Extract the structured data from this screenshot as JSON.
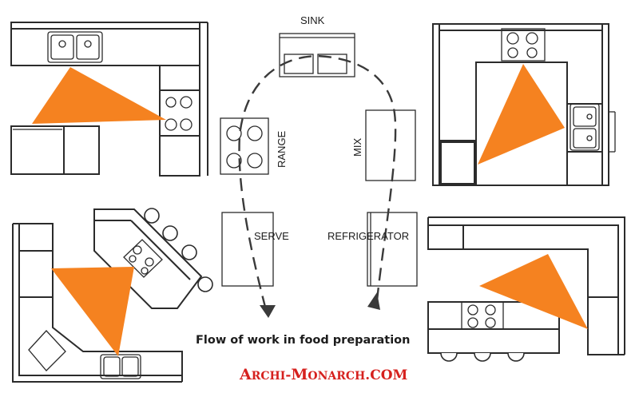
{
  "labels": {
    "sink": "SINK",
    "range": "RANGE",
    "mix": "MIX",
    "serve": "SERVE",
    "refrigerator": "REFRIGERATOR"
  },
  "caption": "Flow of work in food preparation",
  "brand": {
    "first_initial": "A",
    "first_rest": "RCHI",
    "separator": "-",
    "second_initial": "M",
    "second_rest": "ONARCH",
    "suffix": ".COM"
  },
  "colors": {
    "triangle": "#f58220",
    "brand": "#d6211e",
    "line": "#2b2b2b"
  }
}
